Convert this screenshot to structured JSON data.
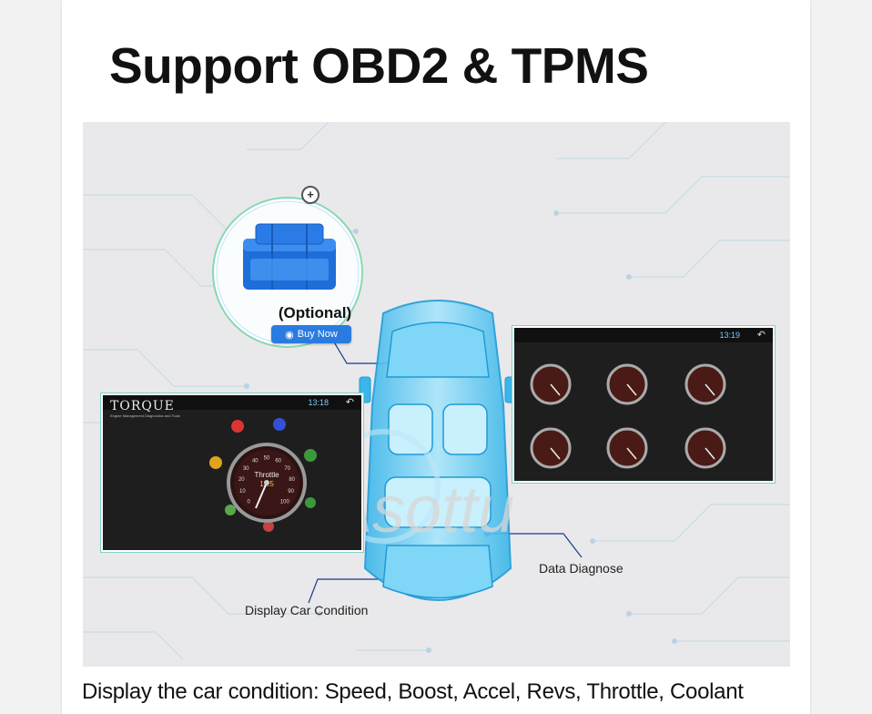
{
  "headline": "Support OBD2 & TPMS",
  "adapter": {
    "optional_label": "(Optional)",
    "buy_label": "Buy Now"
  },
  "labels": {
    "display_car_condition": "Display Car Condition",
    "data_diagnose": "Data Diagnose"
  },
  "left_screen": {
    "app_title": "TORQUE",
    "app_subtitle": "Engine Management Diagnostics and Tools",
    "time": "13:18",
    "gauge_title": "Throttle",
    "gauge_value": "12.5",
    "gauge_ticks": [
      "0",
      "10",
      "20",
      "30",
      "40",
      "50",
      "60",
      "70",
      "80",
      "90",
      "100"
    ]
  },
  "right_screen": {
    "time": "13:19"
  },
  "watermark": "Asottu",
  "caption": "Display the car condition: Speed, Boost, Accel, Revs, Throttle, Coolant",
  "colors": {
    "accent_blue": "#2a7be0",
    "car_cyan": "#5ac8f0",
    "line_navy": "#1a3a8a",
    "screen_border": "#7fd0c8"
  }
}
